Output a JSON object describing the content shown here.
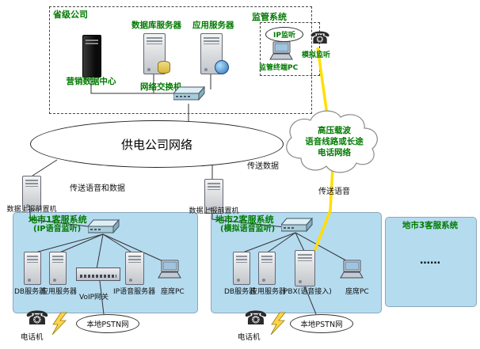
{
  "provincial": {
    "label": "省级公司",
    "marketing_center": "营销数据中心",
    "db_server": "数据库服务器",
    "app_server": "应用服务器",
    "network_switch": "网络交换机",
    "supervision": {
      "title": "监管系统",
      "ip_monitor": "IP监听",
      "terminal_pc": "监管终端PC",
      "analog_monitor": "模拟监听"
    }
  },
  "backbone": {
    "power_network": "供电公司网络",
    "cloud_line1": "高压载波",
    "cloud_line2": "语音线路或长途",
    "cloud_line3": "电话网络"
  },
  "flows": {
    "voice_and_data": "传送语音和数据",
    "data": "传送数据",
    "voice": "传送语音"
  },
  "frontends": {
    "left": "数据上报前置机",
    "center": "数据上报前置机"
  },
  "city1": {
    "title": "地市1客服系统",
    "subtitle": "(IP语音监听)",
    "devices": [
      "DB服务器",
      "应用服务器",
      "VoIP网关",
      "IP语音服务器",
      "座席PC"
    ],
    "pstn": "本地PSTN网",
    "phone": "电话机"
  },
  "city2": {
    "title": "地市2客服系统",
    "subtitle": "(模拟语音监听)",
    "devices": [
      "DB服务器",
      "应用服务器",
      "PBX(语音接入)",
      "座席PC"
    ],
    "pstn": "本地PSTN网",
    "phone": "电话机"
  },
  "city3": {
    "title": "地市3客服系统",
    "more": "……"
  },
  "icons": {
    "phone_glyph": "☎"
  },
  "colors": {
    "accent_green": "#007a00",
    "city_box_fill": "#b5dbef",
    "voice_line_yellow": "#ffdf00"
  }
}
